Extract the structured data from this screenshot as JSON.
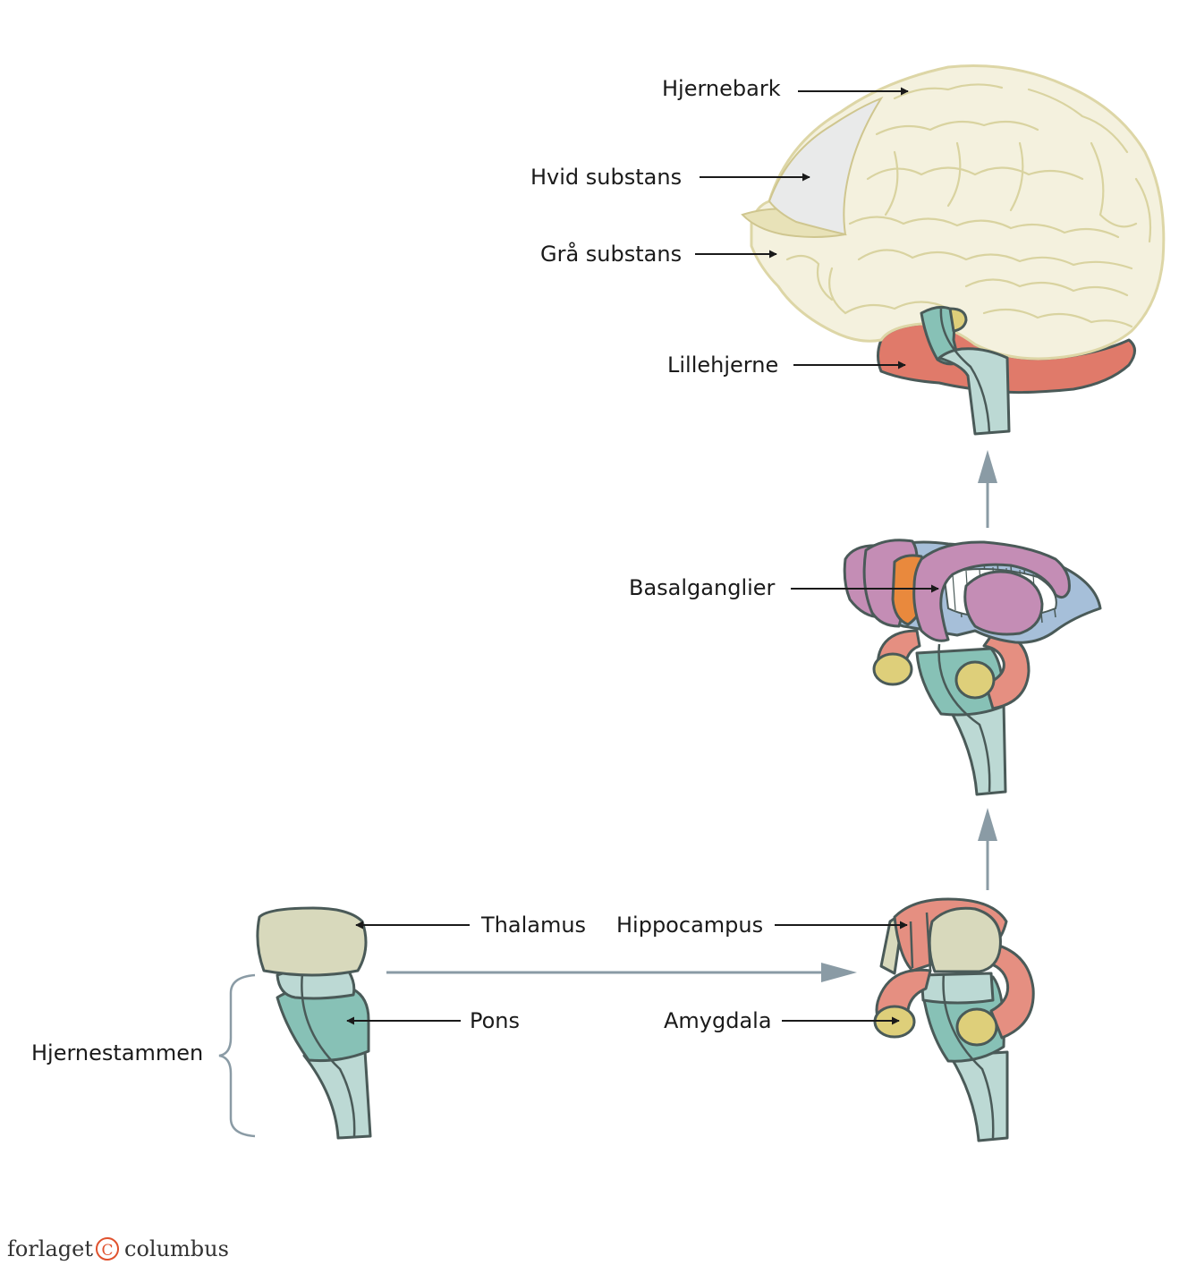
{
  "labels": {
    "hjernebark": "Hjernebark",
    "hvid_substans": "Hvid substans",
    "gra_substans": "Grå substans",
    "lillehjerne": "Lillehjerne",
    "basalganglier": "Basalganglier",
    "thalamus": "Thalamus",
    "hippocampus": "Hippocampus",
    "pons": "Pons",
    "amygdala": "Amygdala",
    "hjernestammen": "Hjernestammen"
  },
  "logo": {
    "left": "forlaget",
    "right": "columbus",
    "mark": "C"
  },
  "colors": {
    "cortex": "#f4f1de",
    "cortex_edge": "#ddd6a6",
    "white_matter": "#e9eaea",
    "grey_matter": "#e8e2b8",
    "cerebellum": "#e07a6a",
    "brainstem_light": "#bcd9d4",
    "brainstem_dark": "#87c1b6",
    "thalamus": "#d8d9bc",
    "hippocampus": "#e58f81",
    "amygdala": "#decf7a",
    "basal_purple": "#c48db5",
    "basal_blue": "#a6bfd9",
    "basal_orange": "#e9893d",
    "flow_arrow": "#8a9ba5",
    "pointer": "#1a1a1a"
  }
}
